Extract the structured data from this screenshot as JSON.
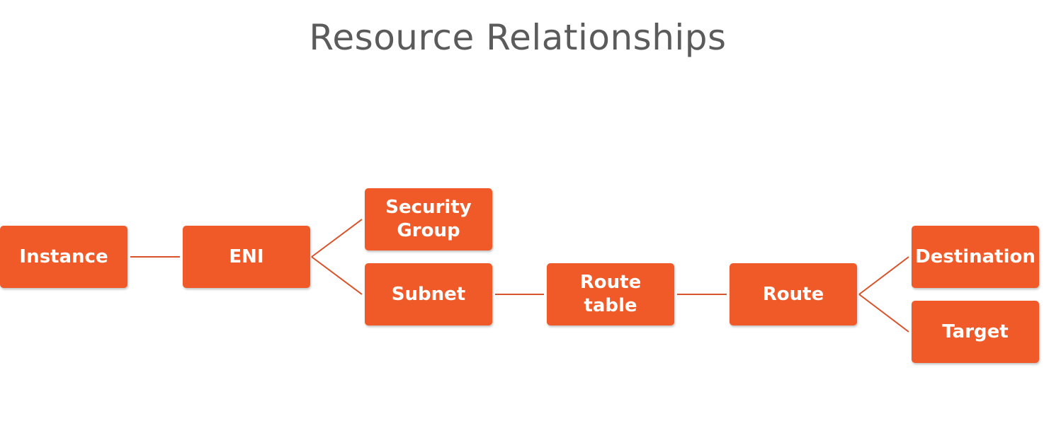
{
  "title": "Resource Relationships",
  "colors": {
    "node_fill": "#f05a28",
    "connector": "#d9532a",
    "title_text": "#5b5b5b"
  },
  "nodes": {
    "instance": {
      "line1": "Instance",
      "line2": ""
    },
    "eni": {
      "line1": "ENI",
      "line2": ""
    },
    "security_group": {
      "line1": "Security",
      "line2": "Group"
    },
    "subnet": {
      "line1": "Subnet",
      "line2": ""
    },
    "route_table": {
      "line1": "Route",
      "line2": "table"
    },
    "route": {
      "line1": "Route",
      "line2": ""
    },
    "destination": {
      "line1": "Destination",
      "line2": ""
    },
    "target": {
      "line1": "Target",
      "line2": ""
    }
  },
  "edges": [
    [
      "instance",
      "eni"
    ],
    [
      "eni",
      "security_group"
    ],
    [
      "eni",
      "subnet"
    ],
    [
      "subnet",
      "route_table"
    ],
    [
      "route_table",
      "route"
    ],
    [
      "route",
      "destination"
    ],
    [
      "route",
      "target"
    ]
  ]
}
